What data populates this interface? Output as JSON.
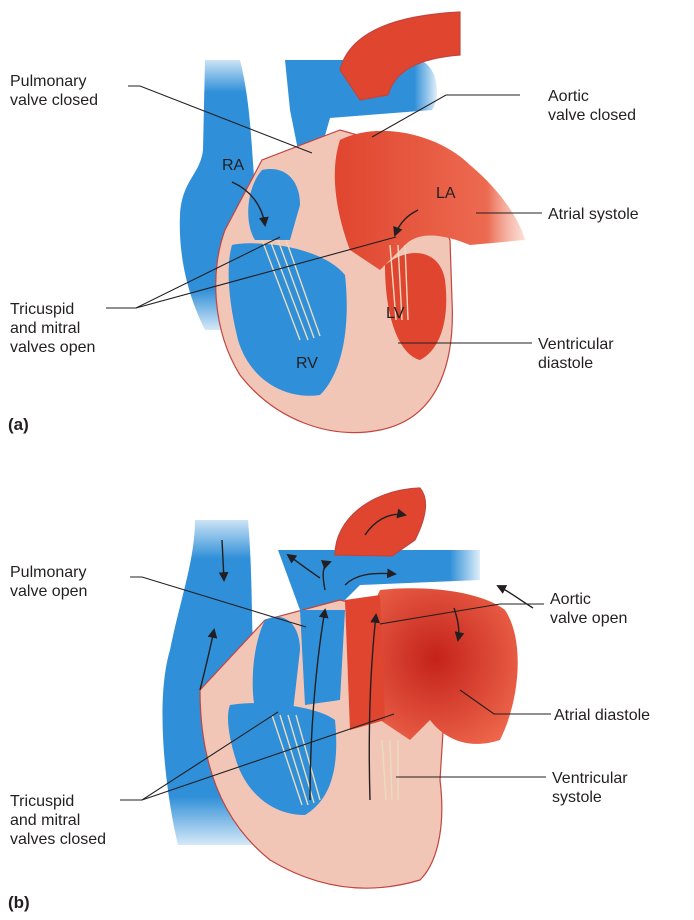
{
  "panel_a": {
    "tag": "(a)",
    "pulmonary_valve": [
      "Pulmonary",
      "valve closed"
    ],
    "aortic_valve": [
      "Aortic",
      "valve closed"
    ],
    "atrial_state": "Atrial systole",
    "av_valves": [
      "Tricuspid",
      "and mitral",
      "valves open"
    ],
    "ventricular_state": [
      "Ventricular",
      "diastole"
    ],
    "chambers": {
      "ra": "RA",
      "la": "LA",
      "rv": "RV",
      "lv": "LV"
    }
  },
  "panel_b": {
    "tag": "(b)",
    "pulmonary_valve": [
      "Pulmonary",
      "valve open"
    ],
    "aortic_valve": [
      "Aortic",
      "valve open"
    ],
    "atrial_state": "Atrial diastole",
    "av_valves": [
      "Tricuspid",
      "and mitral",
      "valves closed"
    ],
    "ventricular_state": [
      "Ventricular",
      "systole"
    ]
  },
  "colors": {
    "deoxygenated": "#2f8fd8",
    "oxygenated": "#e0452f",
    "myocardium": "#f2c6b6",
    "outline": "#c2453f"
  }
}
